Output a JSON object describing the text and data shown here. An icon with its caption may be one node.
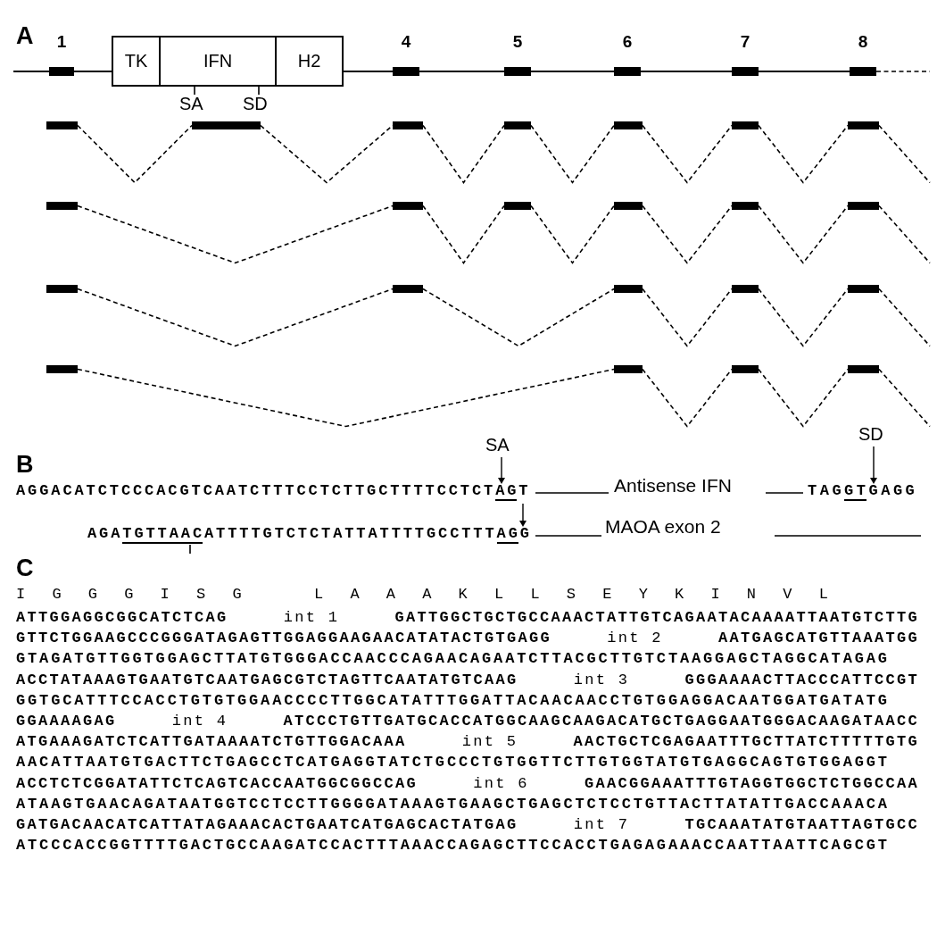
{
  "diagram": {
    "nodes": [
      {
        "text": [
          "1"
        ]
      },
      {
        "text": [
          "TK"
        ]
      },
      {
        "text": [
          "IFN"
        ]
      },
      {
        "text": [
          "H2"
        ]
      },
      {
        "text": [
          "4"
        ]
      },
      {
        "text": [
          "5"
        ]
      },
      {
        "text": [
          "6"
        ]
      },
      {
        "text": [
          "7"
        ]
      },
      {
        "text": [
          "8"
        ]
      },
      {
        "text": [],
        "shape": "bar"
      },
      {
        "text": [],
        "shape": "bar"
      },
      {
        "text": [],
        "shape": "bar"
      },
      {
        "text": [],
        "shape": "bar"
      },
      {
        "text": [],
        "shape": "bar"
      },
      {
        "text": [],
        "shape": "bar"
      },
      {
        "text": [],
        "shape": "bar"
      },
      {
        "text": [],
        "shape": "bar"
      },
      {
        "text": [],
        "shape": "bar"
      },
      {
        "text": [],
        "shape": "bar"
      },
      {
        "text": [],
        "shape": "bar"
      },
      {
        "text": [],
        "shape": "bar"
      },
      {
        "text": [],
        "shape": "bar"
      },
      {
        "text": [],
        "shape": "bar"
      },
      {
        "text": [],
        "shape": "bar"
      },
      {
        "text": [],
        "shape": "bar"
      },
      {
        "text": [],
        "shape": "bar"
      },
      {
        "text": [],
        "shape": "bar"
      },
      {
        "text": [],
        "shape": "bar"
      },
      {
        "text": [],
        "shape": "bar"
      },
      {
        "text": [],
        "shape": "bar"
      },
      {
        "text": [],
        "shape": "bar"
      }
    ],
    "edges": [
      {
        "from": null,
        "to": 0,
        "arrow": "none"
      },
      {
        "from": 0,
        "to": 1,
        "arrow": "none"
      },
      {
        "from": 3,
        "to": 4,
        "arrow": "none"
      },
      {
        "from": 4,
        "to": 5,
        "arrow": "none"
      },
      {
        "from": 5,
        "to": 6,
        "arrow": "none"
      },
      {
        "from": 6,
        "to": 7,
        "arrow": "none"
      },
      {
        "from": 7,
        "to": 8,
        "arrow": "none"
      },
      {
        "from": 8,
        "to": null,
        "arrow": "none",
        "style": "dashed"
      },
      {
        "from": 9,
        "to": 10,
        "arrow": "none",
        "style": "dashed"
      },
      {
        "from": 10,
        "to": 11,
        "arrow": "none",
        "style": "dashed"
      },
      {
        "from": 11,
        "to": 12,
        "arrow": "none",
        "style": "dashed"
      },
      {
        "from": 12,
        "to": 13,
        "arrow": "none",
        "style": "dashed"
      },
      {
        "from": 13,
        "to": 14,
        "arrow": "none",
        "style": "dashed"
      },
      {
        "from": 14,
        "to": 15,
        "arrow": "none",
        "style": "dashed"
      },
      {
        "from": 15,
        "to": null,
        "arrow": "none",
        "style": "dashed"
      },
      {
        "from": 16,
        "to": 17,
        "arrow": "none",
        "style": "dashed"
      },
      {
        "from": 17,
        "to": 18,
        "arrow": "none",
        "style": "dashed"
      },
      {
        "from": 18,
        "to": 19,
        "arrow": "none",
        "style": "dashed"
      },
      {
        "from": 19,
        "to": 20,
        "arrow": "none",
        "style": "dashed"
      },
      {
        "from": 20,
        "to": 21,
        "arrow": "none",
        "style": "dashed"
      },
      {
        "from": 21,
        "to": null,
        "arrow": "none",
        "style": "dashed"
      },
      {
        "from": 22,
        "to": 23,
        "arrow": "none",
        "style": "dashed"
      },
      {
        "from": 23,
        "to": 24,
        "arrow": "none",
        "style": "dashed"
      },
      {
        "from": 24,
        "to": 25,
        "arrow": "none",
        "style": "dashed"
      },
      {
        "from": 25,
        "to": 26,
        "arrow": "none",
        "style": "dashed"
      },
      {
        "from": 26,
        "to": null,
        "arrow": "none",
        "style": "dashed"
      },
      {
        "from": 27,
        "to": 28,
        "arrow": "none",
        "style": "dashed"
      },
      {
        "from": 28,
        "to": 29,
        "arrow": "none",
        "style": "dashed"
      },
      {
        "from": 29,
        "to": 30,
        "arrow": "none",
        "style": "dashed"
      },
      {
        "from": 30,
        "to": null,
        "arrow": "none",
        "style": "dashed"
      }
    ],
    "labels": [
      "A",
      "SA",
      "SD",
      "B",
      "SA",
      "SD",
      "AGGACATCTCCCACGTCAATCTTTCCTCTTGCTTTTCCTCTAGT",
      "Antisense IFN",
      "TAGGTGAGG",
      "AGATGTTAACATTTTGTCTCTATTATTTTGCCTTTAGG",
      "MAOA exon 2",
      "C",
      "I G G G I S G",
      "L A A A K L L S E Y K I N V L",
      "ATTGGAGGCGGCATCTCAG",
      "int 1",
      "GATTGGCTGCTGCCAAACTATTGTCAGAATACAAAATTAATGTCTTG",
      "GTTCTGGAAGCCCGGGATAGAGTTGGAGGAAGAACATATACTGTGAGG",
      "int 2",
      "AATGAGCATGTTAAATGG",
      "GTAGATGTTGGTGGAGCTTATGTGGGACCAACCCAGAACAGAATCTTACGCTTGTCTAAGGAGCTAGGCATAGAG",
      "ACCTATAAAGTGAATGTCAATGAGCGTCTAGTTCAATATGTCAAG",
      "int 3",
      "GGGAAAACTTACCCATTCCGT",
      "GGTGCATTTCCACCTGTGTGGAACCCCTTGGCATATTTGGATTACAACAACCTGTGGAGGACAATGGATGATATG",
      "GGAAAAGAG",
      "int 4",
      "ATCCCTGTTGATGCACCATGGCAAGCAAGACATGCTGAGGAATGGGACAAGATAACC",
      "ATGAAAGATCTCATTGATAAAATCTGTTGGACAAA",
      "int 5",
      "AACTGCTCGAGAATTTGCTTATCTTTTTGTG",
      "AACATTAATGTGACTTCTGAGCCTCATGAGGTATCTGCCCTGTGGTTCTTGTGGTATGTGAGGCAGTGTGGAGGT",
      "ACCTCTCGGATATTCTCAGTCACCAATGGCGGCCAG",
      "int 6",
      "GAACGGAAATTTGTAGGTGGCTCTGGCCAA",
      "ATAAGTGAACAGATAATGGTCCTCCTTGGGGATAAAGTGAAGCTGAGCTCTCCTGTTACTTATATTGACCAAACA",
      "GATGACAACATCATTATAGAAACACTGAATCATGAGCACTATGAG",
      "int 7",
      "TGCAAATATGTAATTAGTGCC",
      "ATCCCACCGGTTTTGACTGCCAAGATCCACTTTAAACCAGAGCTTCCACCTGAGAGAAACCAATTAATTCAGCGT"
    ]
  }
}
